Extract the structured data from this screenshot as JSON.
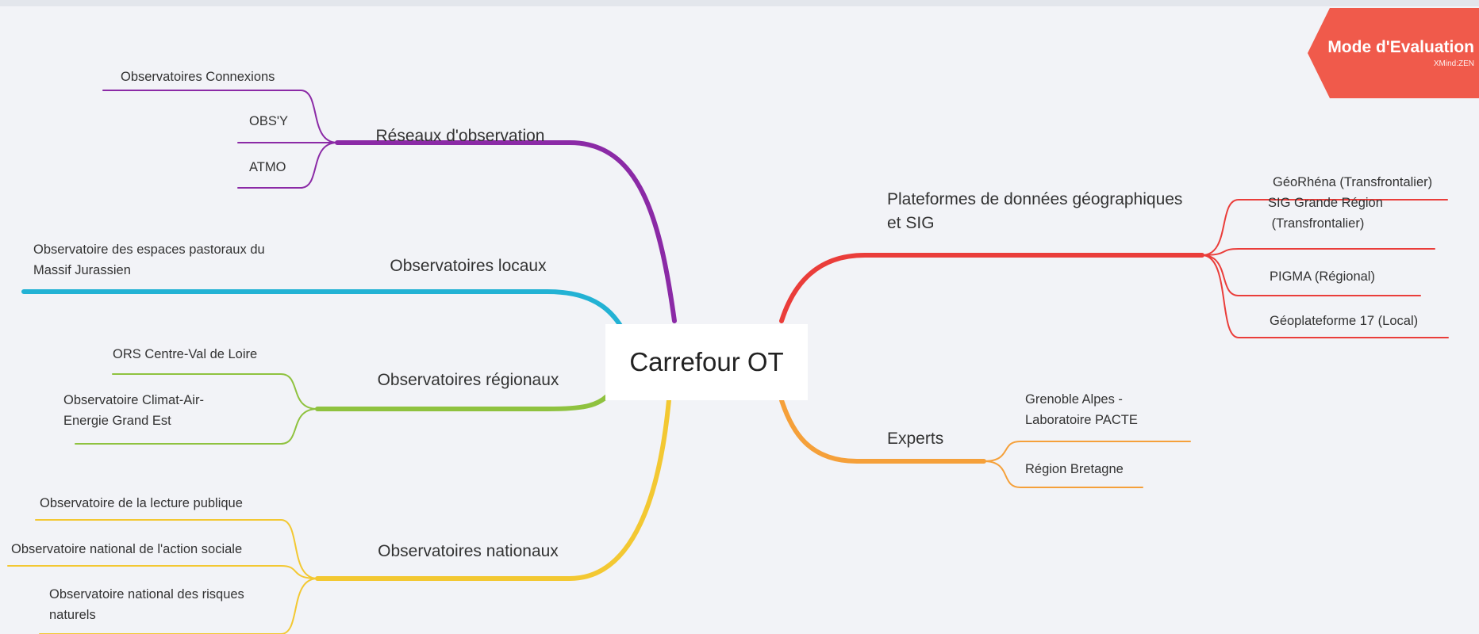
{
  "central_topic": "Carrefour OT",
  "evaluation_banner": {
    "title": "Mode d'Evaluation",
    "subtitle": "XMind:ZEN",
    "color": "#f05a4b"
  },
  "branches": [
    {
      "id": "reseaux",
      "label": [
        "Réseaux d'observation"
      ],
      "color": "#8b2aa6",
      "children": [
        {
          "label": [
            "Observatoires Connexions"
          ]
        },
        {
          "label": [
            "OBS'Y"
          ]
        },
        {
          "label": [
            "ATMO"
          ]
        }
      ]
    },
    {
      "id": "locaux",
      "label": [
        "Observatoires locaux"
      ],
      "color": "#23b2d4",
      "children": [
        {
          "label": [
            "Observatoire des espaces pastoraux du",
            "Massif Jurassien"
          ]
        }
      ]
    },
    {
      "id": "regionaux",
      "label": [
        "Observatoires régionaux"
      ],
      "color": "#8fc23f",
      "children": [
        {
          "label": [
            "ORS Centre-Val de Loire"
          ]
        },
        {
          "label": [
            "Observatoire Climat-Air-",
            "Energie Grand Est"
          ]
        }
      ]
    },
    {
      "id": "nationaux",
      "label": [
        "Observatoires nationaux"
      ],
      "color": "#f3c832",
      "children": [
        {
          "label": [
            "Observatoire de la lecture publique"
          ]
        },
        {
          "label": [
            "Observatoire national de l'action sociale"
          ]
        },
        {
          "label": [
            "Observatoire national des risques",
            "naturels"
          ]
        }
      ]
    },
    {
      "id": "plateformes",
      "label": [
        "Plateformes de données géographiques",
        "et SIG"
      ],
      "color": "#ea3d3a",
      "children": [
        {
          "label": [
            "GéoRhéna (Transfrontalier)"
          ]
        },
        {
          "label": [
            "SIG Grande Région",
            " (Transfrontalier)"
          ]
        },
        {
          "label": [
            "PIGMA (Régional)"
          ]
        },
        {
          "label": [
            "Géoplateforme 17 (Local)"
          ]
        }
      ]
    },
    {
      "id": "experts",
      "label": [
        "Experts"
      ],
      "color": "#f5a03a",
      "children": [
        {
          "label": [
            "Grenoble Alpes -",
            "Laboratoire PACTE"
          ]
        },
        {
          "label": [
            "Région Bretagne"
          ]
        }
      ]
    }
  ]
}
